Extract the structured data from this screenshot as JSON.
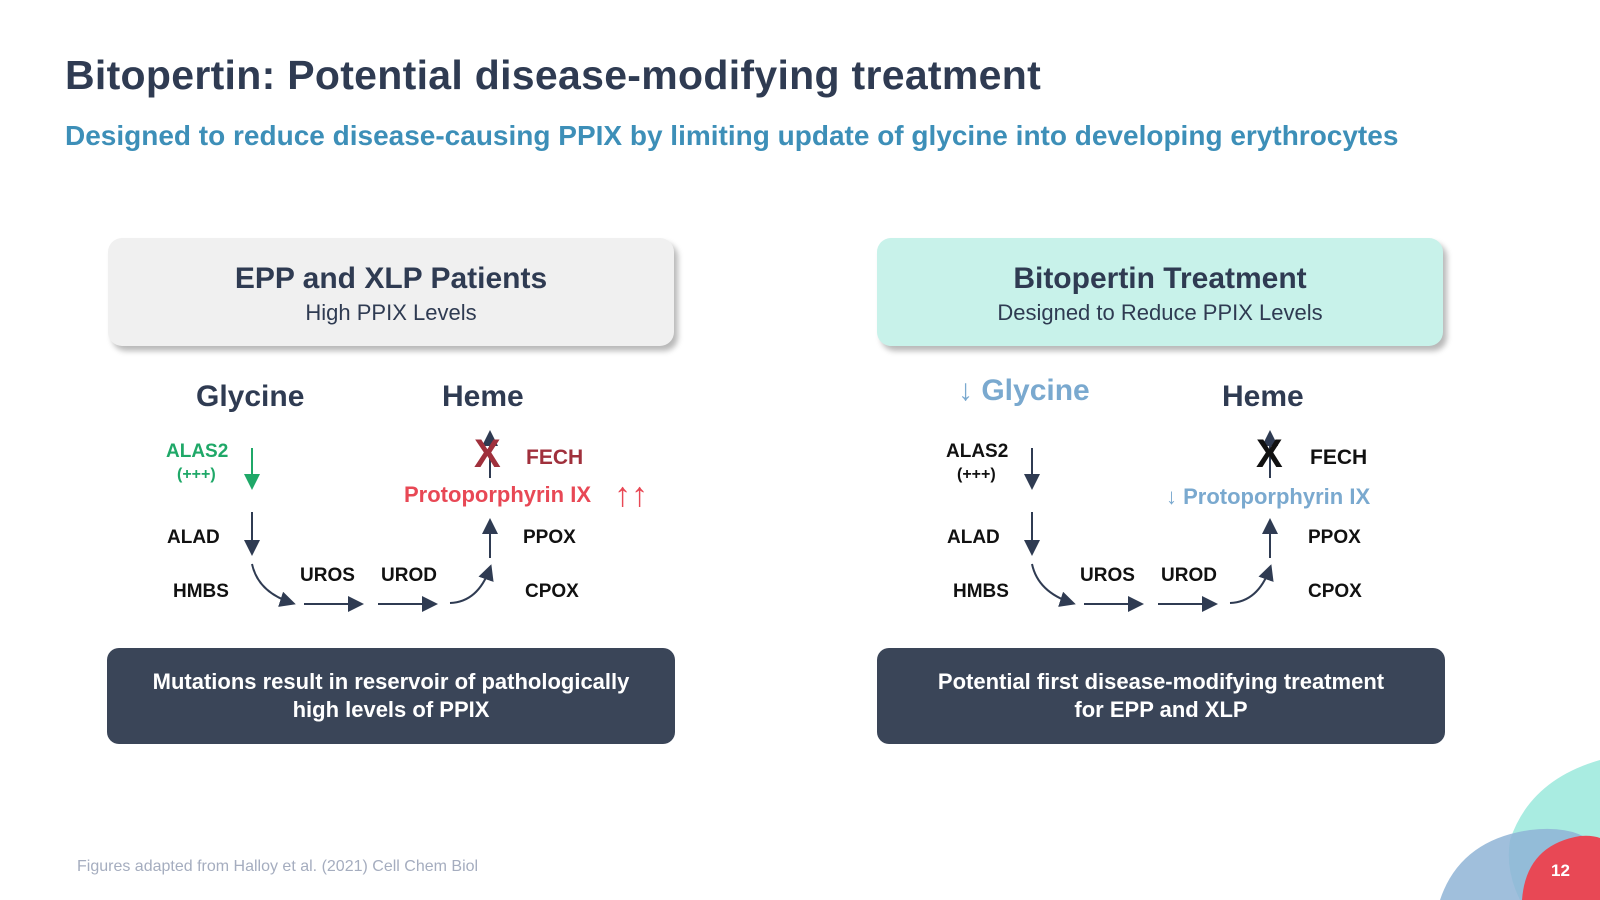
{
  "title": "Bitopertin: Potential disease-modifying treatment",
  "subtitle": "Designed to reduce disease-causing PPIX by limiting update of glycine into developing erythrocytes",
  "left_panel": {
    "header_title": "EPP and XLP Patients",
    "header_sub": "High PPIX Levels",
    "glycine": "Glycine",
    "heme": "Heme",
    "alas2": "ALAS2",
    "alas2_level": "(+++)",
    "alad": "ALAD",
    "hmbs": "HMBS",
    "uros": "UROS",
    "urod": "UROD",
    "cpox": "CPOX",
    "ppox": "PPOX",
    "fech": "FECH",
    "block_mark": "X",
    "protoporphyrin": "Protoporphyrin IX",
    "ppix_arrows": "↑↑",
    "footer": "Mutations result in reservoir of pathologically high levels of PPIX"
  },
  "right_panel": {
    "header_title": "Bitopertin Treatment",
    "header_sub": "Designed to Reduce PPIX Levels",
    "glycine": "↓ Glycine",
    "heme": "Heme",
    "alas2": "ALAS2",
    "alas2_level": "(+++)",
    "alad": "ALAD",
    "hmbs": "HMBS",
    "uros": "UROS",
    "urod": "UROD",
    "cpox": "CPOX",
    "ppox": "PPOX",
    "fech": "FECH",
    "block_mark": "X",
    "protoporphyrin": "↓ Protoporphyrin IX",
    "footer": "Potential first disease-modifying treatment for EPP and XLP"
  },
  "source": "Figures adapted from Halloy et al. (2021) Cell Chem Biol",
  "page_number": "12",
  "colors": {
    "navy": "#2f3b52",
    "accent_blue": "#3d8fb8",
    "teal_box": "#c8f2ea",
    "grey_box": "#f0f0f0",
    "dark_box": "#3a4558",
    "green": "#1fa868",
    "red": "#e84855",
    "dark_red": "#a0303c",
    "light_blue": "#7aa9cf"
  }
}
